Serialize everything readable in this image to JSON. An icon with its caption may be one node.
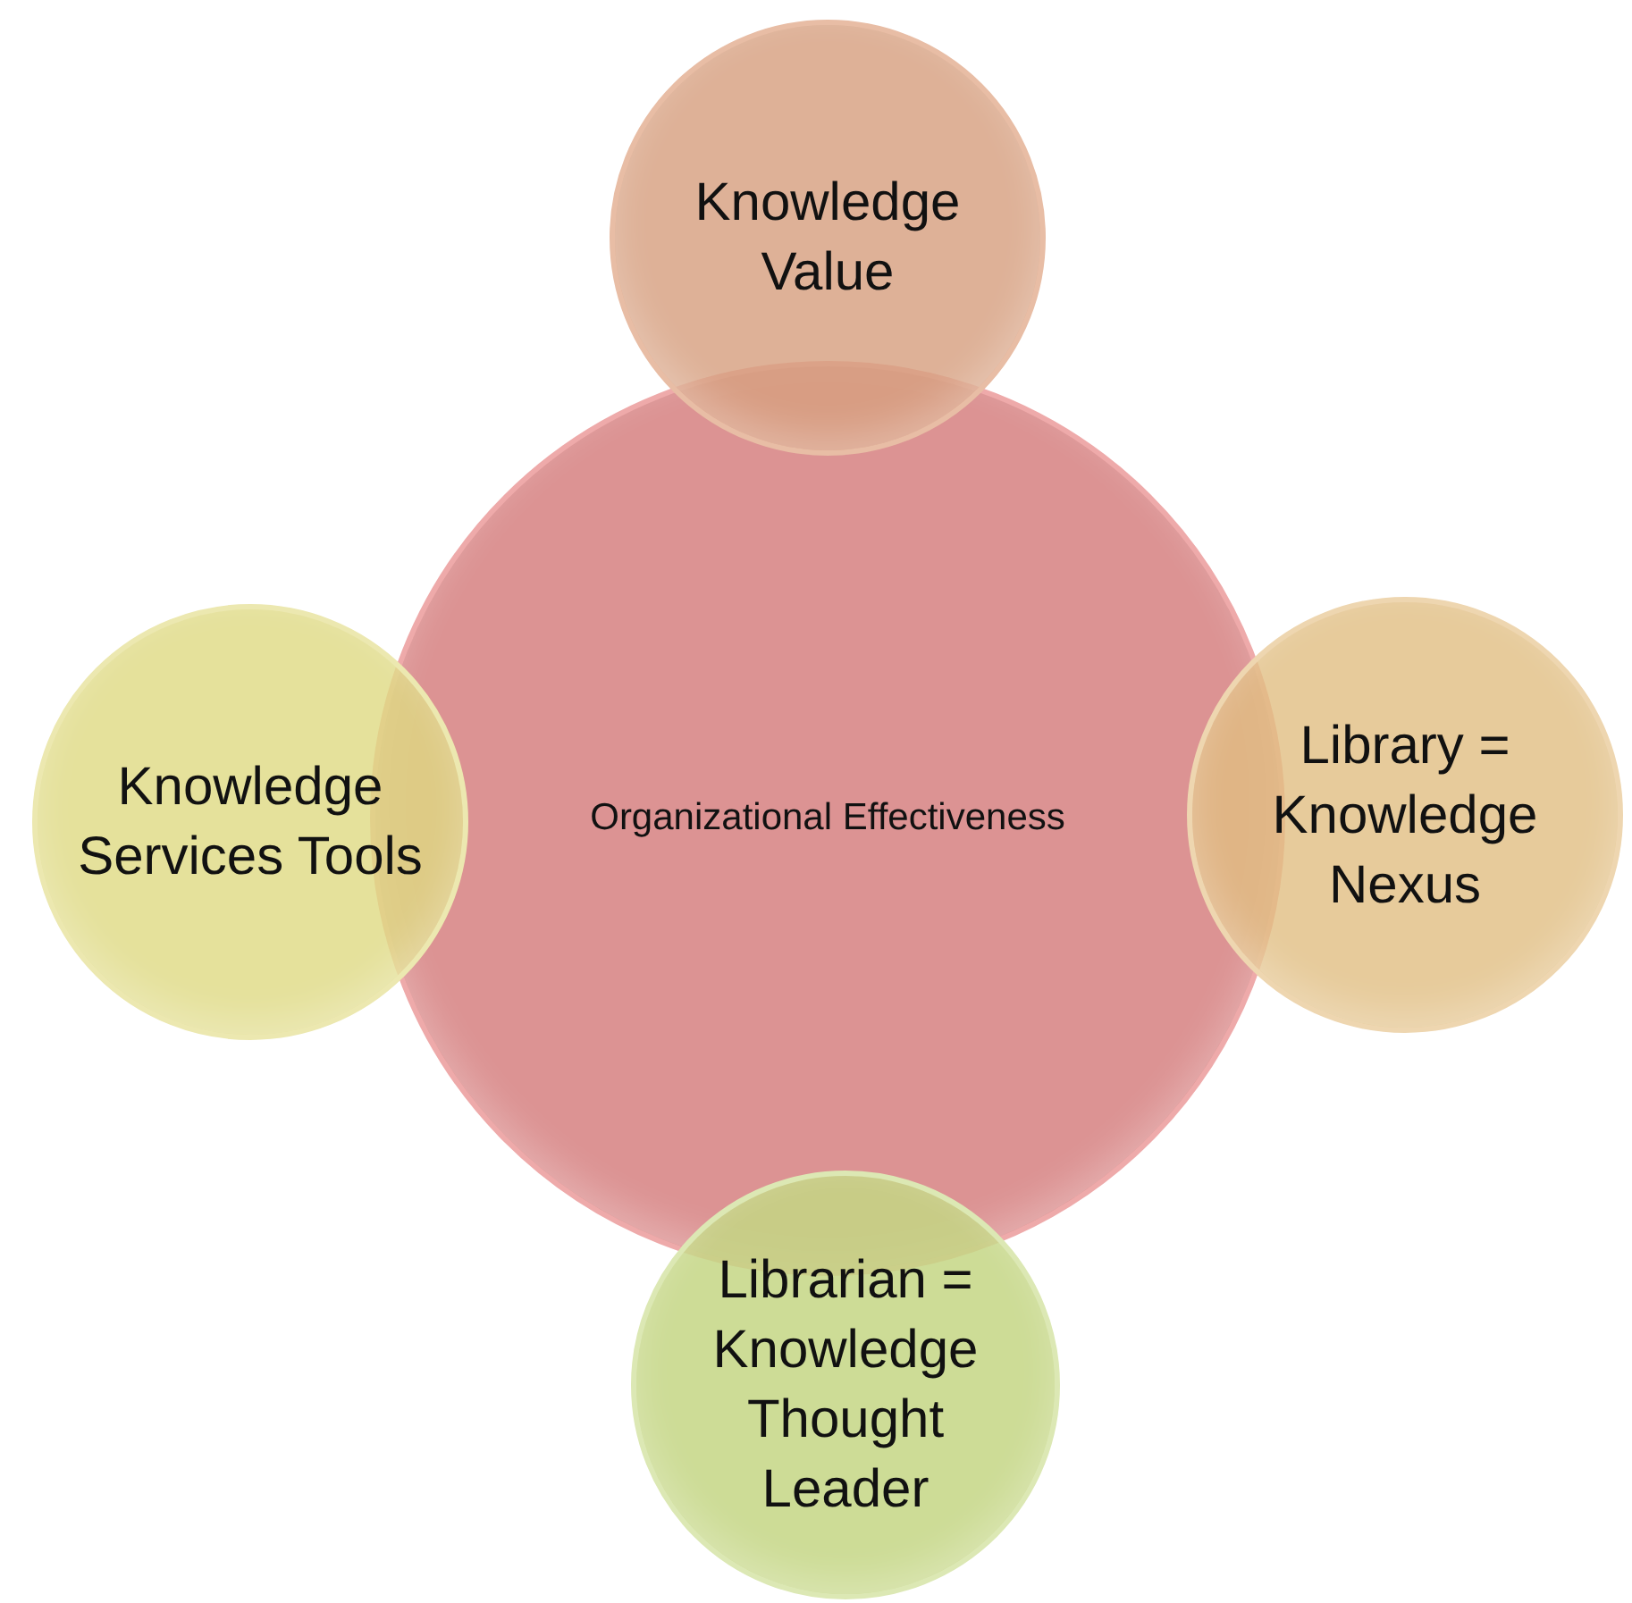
{
  "diagram": {
    "nodes": [
      {
        "text": [
          "Organizational Effectiveness"
        ]
      },
      {
        "text": [
          "Knowledge Value"
        ]
      },
      {
        "text": [
          "Knowledge Services Tools"
        ]
      },
      {
        "text": [
          "Library = Knowledge Nexus"
        ]
      },
      {
        "text": [
          "Librarian = Knowledge Thought Leader"
        ]
      }
    ]
  }
}
